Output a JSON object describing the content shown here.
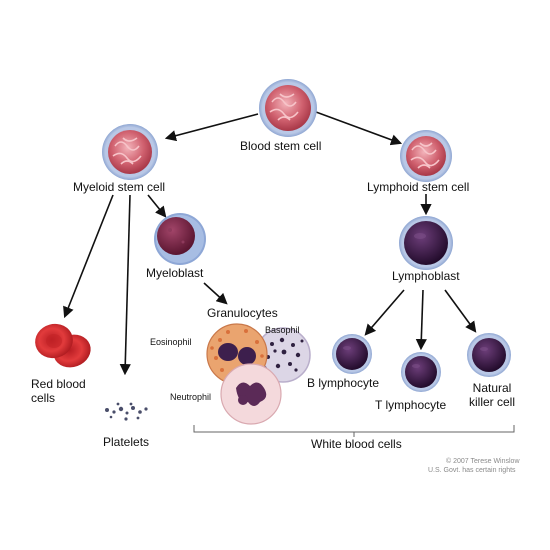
{
  "diagram": {
    "nodes": {
      "blood_stem_cell": "Blood stem cell",
      "myeloid_stem_cell": "Myeloid stem cell",
      "lymphoid_stem_cell": "Lymphoid stem cell",
      "myeloblast": "Myeloblast",
      "lymphoblast": "Lymphoblast",
      "granulocytes": "Granulocytes",
      "eosinophil": "Eosinophil",
      "basophil": "Basophil",
      "neutrophil": "Neutrophil",
      "red_blood_cells": "Red blood\ncells",
      "platelets": "Platelets",
      "b_lymphocyte": "B lymphocyte",
      "t_lymphocyte": "T lymphocyte",
      "natural_killer_cell": "Natural\nkiller cell",
      "white_blood_cells": "White blood cells"
    },
    "credit": {
      "line1": "© 2007 Terese Winslow",
      "line2": "U.S. Govt. has certain rights"
    }
  },
  "colors": {
    "stem_cell": "#c24a5a",
    "stem_cell_inner": "#e28a95",
    "membrane": "#7f9fce",
    "blast_nucleus": "#6e1f3d",
    "lymph_nucleus": "#3a1a44",
    "red_cell": "#d42a2c",
    "eosinophil": "#e9a36a",
    "basophil": "#d9d4e2",
    "neutrophil": "#f2d4d8",
    "arrow": "#111111"
  }
}
